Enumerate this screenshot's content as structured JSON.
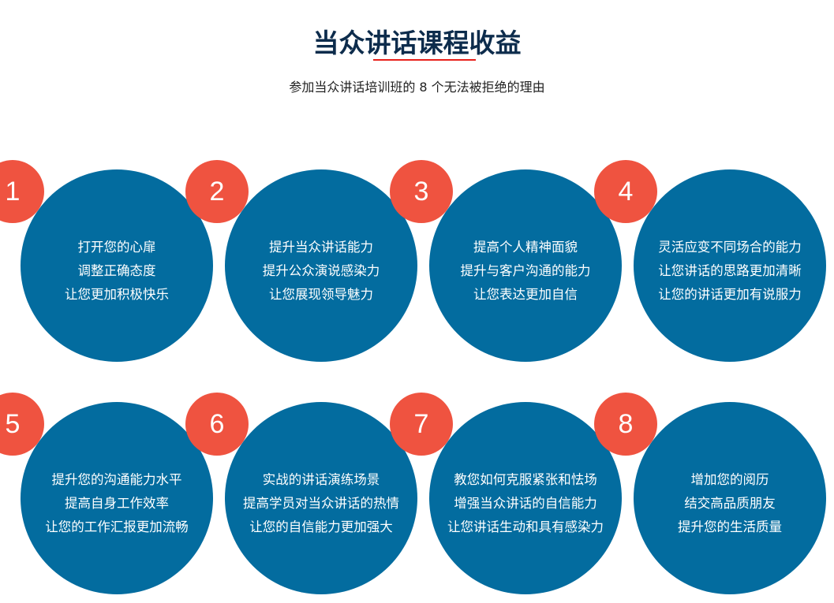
{
  "header": {
    "title": "当众讲话课程收益",
    "subtitle": "参加当众讲话培训班的 8 个无法被拒绝的理由"
  },
  "colors": {
    "circle": "#036c9f",
    "badge": "#ef5340",
    "underline": "#e8201a",
    "title": "#0d2c4c"
  },
  "items": [
    {
      "number": "1",
      "lines": [
        "打开您的心扉",
        "调整正确态度",
        "让您更加积极快乐"
      ]
    },
    {
      "number": "2",
      "lines": [
        "提升当众讲话能力",
        "提升公众演说感染力",
        "让您展现领导魅力"
      ]
    },
    {
      "number": "3",
      "lines": [
        "提高个人精神面貌",
        "提升与客户沟通的能力",
        "让您表达更加自信"
      ]
    },
    {
      "number": "4",
      "lines": [
        "灵活应变不同场合的能力",
        "让您讲话的思路更加清晰",
        "让您的讲话更加有说服力"
      ]
    },
    {
      "number": "5",
      "lines": [
        "提升您的沟通能力水平",
        "提高自身工作效率",
        "让您的工作汇报更加流畅"
      ]
    },
    {
      "number": "6",
      "lines": [
        "实战的讲话演练场景",
        "提高学员对当众讲话的热情",
        "让您的自信能力更加强大"
      ]
    },
    {
      "number": "7",
      "lines": [
        "教您如何克服紧张和怯场",
        "增强当众讲话的自信能力",
        "让您讲话生动和具有感染力"
      ]
    },
    {
      "number": "8",
      "lines": [
        "增加您的阅历",
        "结交高品质朋友",
        "提升您的生活质量"
      ]
    }
  ]
}
